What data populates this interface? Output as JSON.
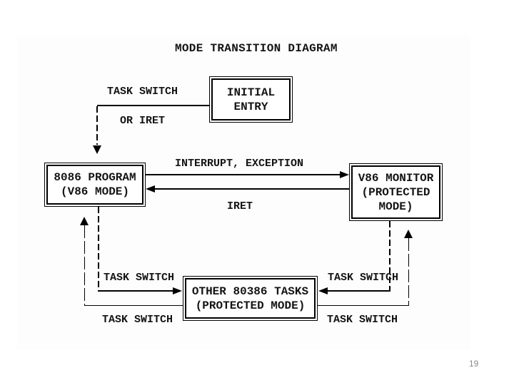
{
  "title": "MODE TRANSITION DIAGRAM",
  "page_number": "19",
  "nodes": {
    "initial_entry": {
      "lines": [
        "INITIAL",
        "ENTRY"
      ]
    },
    "program_8086": {
      "lines": [
        "8086 PROGRAM",
        "(V86 MODE)"
      ]
    },
    "v86_monitor": {
      "lines": [
        "V86 MONITOR",
        "(PROTECTED",
        "MODE)"
      ]
    },
    "other_tasks": {
      "lines": [
        "OTHER 80386 TASKS",
        "(PROTECTED MODE)"
      ]
    }
  },
  "edges": [
    {
      "from": "initial_entry",
      "to": "program_8086",
      "labels": [
        "TASK SWITCH",
        "OR IRET"
      ]
    },
    {
      "from": "program_8086",
      "to": "v86_monitor",
      "labels": [
        "INTERRUPT, EXCEPTION"
      ]
    },
    {
      "from": "v86_monitor",
      "to": "program_8086",
      "labels": [
        "IRET"
      ]
    },
    {
      "from": "program_8086",
      "to": "other_tasks",
      "labels": [
        "TASK SWITCH"
      ]
    },
    {
      "from": "other_tasks",
      "to": "program_8086",
      "labels": [
        "TASK SWITCH"
      ]
    },
    {
      "from": "v86_monitor",
      "to": "other_tasks",
      "labels": [
        "TASK SWITCH"
      ]
    },
    {
      "from": "other_tasks",
      "to": "v86_monitor",
      "labels": [
        "TASK SWITCH"
      ]
    }
  ],
  "colors": {
    "line": "#000000",
    "text": "#141414",
    "page_number": "#8a8a8a",
    "background": "#ffffff",
    "slide_area": "#fdfdfd"
  }
}
